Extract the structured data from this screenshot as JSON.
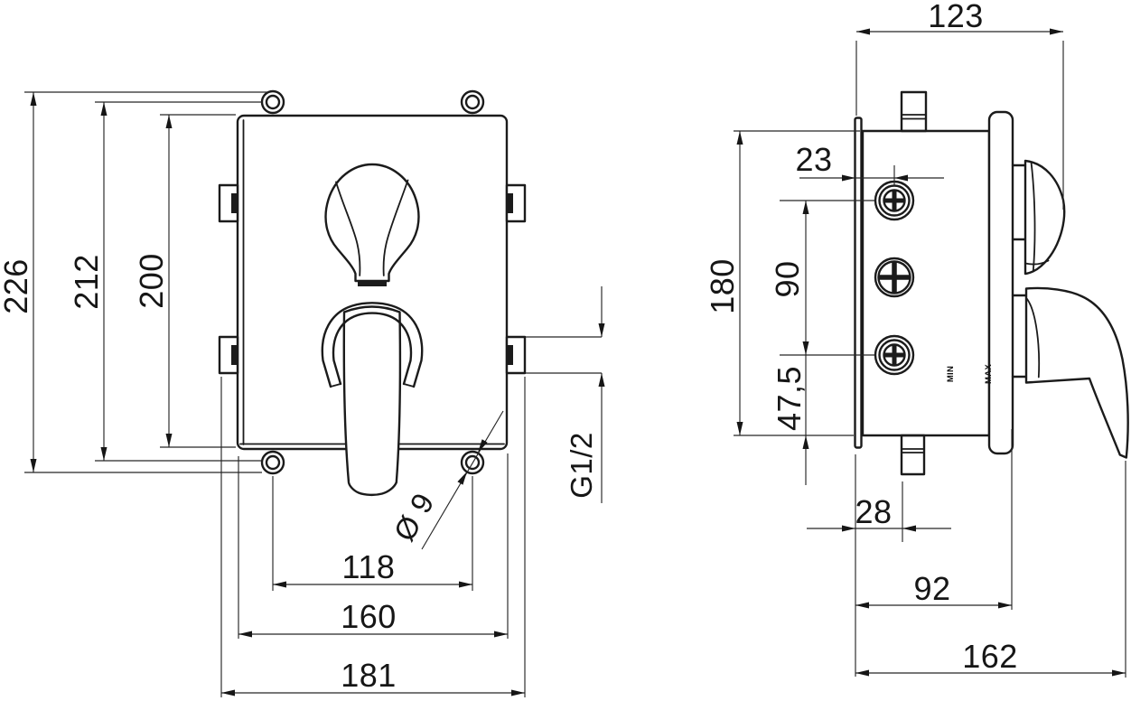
{
  "front_view": {
    "dim_total_height": "226",
    "dim_hole_pitch_vertical": "212",
    "dim_plate_height": "200",
    "dim_hole_pitch_horizontal": "118",
    "dim_plate_width": "160",
    "dim_total_width": "181",
    "dim_mounting_hole_diameter": "Ø 9",
    "dim_outlet_thread": "G1/2"
  },
  "side_view": {
    "dim_total_depth_top": "123",
    "dim_screw_to_wall": "23",
    "dim_body_height": "180",
    "dim_screw_pitch": "90",
    "dim_screw_to_base": "47,5",
    "dim_pipe_to_wall": "28",
    "dim_wall_to_flange": "92",
    "dim_wall_to_handle": "162",
    "label_min": "MIN",
    "label_max": "MAX"
  }
}
